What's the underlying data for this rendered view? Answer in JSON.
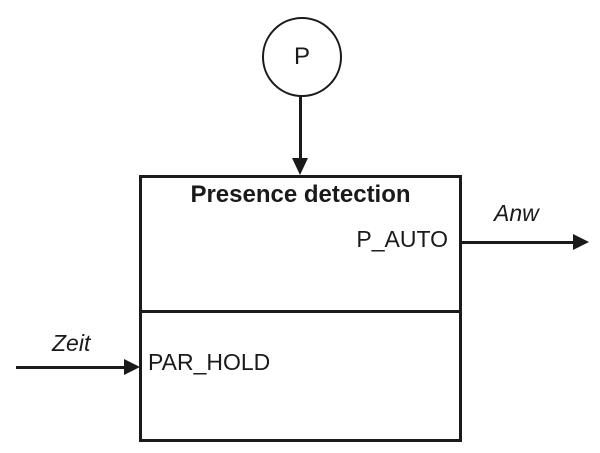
{
  "colors": {
    "line": "#1a1a1a",
    "background": "#ffffff"
  },
  "source_node": {
    "label": "P"
  },
  "block": {
    "title": "Presence detection",
    "output_port_label": "P_AUTO",
    "input_port_label": "PAR_HOLD"
  },
  "edges": {
    "output_label": "Anw",
    "input_label": "Zeit"
  }
}
